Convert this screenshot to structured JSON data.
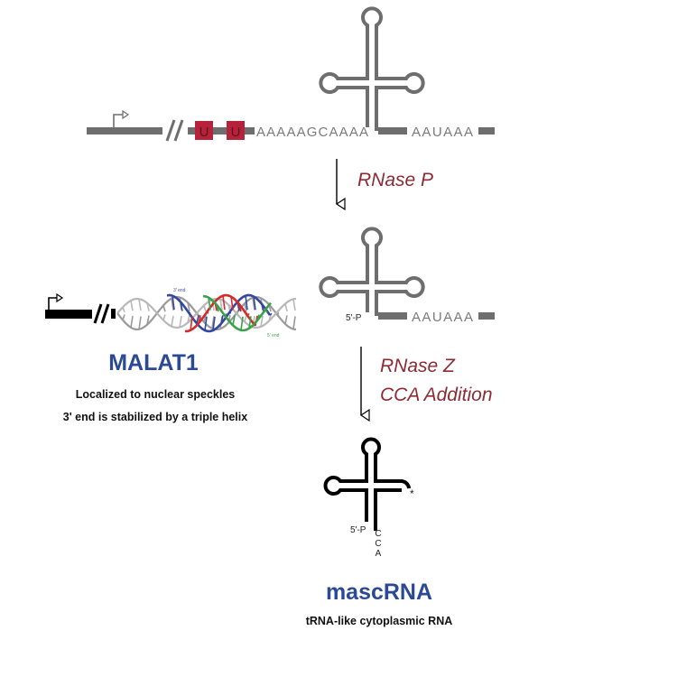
{
  "colors": {
    "gray": "#6e6e6e",
    "u_box": "#b5223a",
    "enzyme": "#8e2a33",
    "title_blue": "#2b4a94",
    "black": "#000000"
  },
  "precursor": {
    "u1": "U",
    "u2": "U",
    "seq1": "AAAAAGCAAAA",
    "seq2": "AAUAAA"
  },
  "step1": {
    "enzyme": "RNase P"
  },
  "intermediate": {
    "five_prime": "5'-P",
    "seq": "AAUAAA"
  },
  "step2": {
    "enzyme_line1": "RNase Z",
    "enzyme_line2": "CCA Addition"
  },
  "mascrna": {
    "five_prime": "5'-P",
    "cca": [
      "C",
      "C",
      "A"
    ],
    "asterisk": "*",
    "title": "mascRNA",
    "description": "tRNA-like cytoplasmic RNA"
  },
  "malat1": {
    "three_end": "3' end",
    "five_end": "5' end",
    "title": "MALAT1",
    "line1": "Localized to nuclear speckles",
    "line2": "3' end is stabilized by a triple helix"
  }
}
